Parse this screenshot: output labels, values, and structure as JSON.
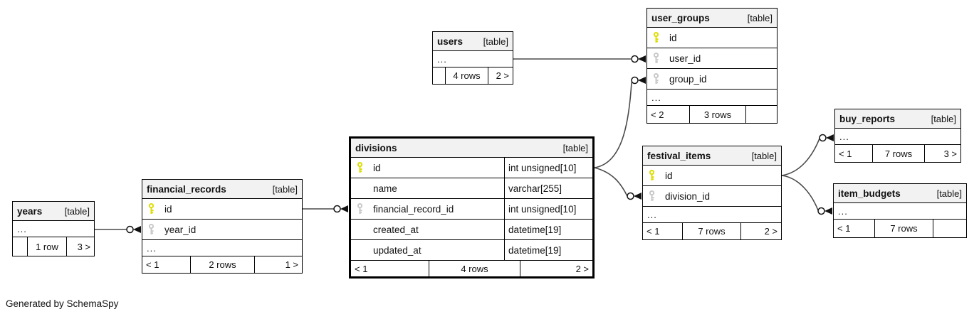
{
  "diagram": {
    "note": "Generated by SchemaSpy",
    "tables": [
      {
        "id": "years",
        "name": "years",
        "tag": "[table]",
        "emphasized": false,
        "columns": [
          {
            "name": "...",
            "key": "none",
            "type": ""
          }
        ],
        "footer": {
          "left": "",
          "center": "1 row",
          "right": "3 >"
        }
      },
      {
        "id": "financial_records",
        "name": "financial_records",
        "tag": "[table]",
        "emphasized": false,
        "columns": [
          {
            "name": "id",
            "key": "pk",
            "type": ""
          },
          {
            "name": "year_id",
            "key": "fk",
            "type": ""
          },
          {
            "name": "...",
            "key": "none",
            "type": ""
          }
        ],
        "footer": {
          "left": "< 1",
          "center": "2 rows",
          "right": "1 >"
        }
      },
      {
        "id": "divisions",
        "name": "divisions",
        "tag": "[table]",
        "emphasized": true,
        "columns": [
          {
            "name": "id",
            "key": "pk",
            "type": "int unsigned[10]"
          },
          {
            "name": "name",
            "key": "none",
            "type": "varchar[255]"
          },
          {
            "name": "financial_record_id",
            "key": "fk",
            "type": "int unsigned[10]"
          },
          {
            "name": "created_at",
            "key": "none",
            "type": "datetime[19]"
          },
          {
            "name": "updated_at",
            "key": "none",
            "type": "datetime[19]"
          }
        ],
        "footer": {
          "left": "< 1",
          "center": "4 rows",
          "right": "2 >"
        }
      },
      {
        "id": "users",
        "name": "users",
        "tag": "[table]",
        "emphasized": false,
        "columns": [
          {
            "name": "...",
            "key": "none",
            "type": ""
          }
        ],
        "footer": {
          "left": "",
          "center": "4 rows",
          "right": "2 >"
        }
      },
      {
        "id": "user_groups",
        "name": "user_groups",
        "tag": "[table]",
        "emphasized": false,
        "columns": [
          {
            "name": "id",
            "key": "pk",
            "type": ""
          },
          {
            "name": "user_id",
            "key": "fk",
            "type": ""
          },
          {
            "name": "group_id",
            "key": "fk",
            "type": ""
          },
          {
            "name": "...",
            "key": "none",
            "type": ""
          }
        ],
        "footer": {
          "left": "< 2",
          "center": "3 rows",
          "right": ""
        }
      },
      {
        "id": "festival_items",
        "name": "festival_items",
        "tag": "[table]",
        "emphasized": false,
        "columns": [
          {
            "name": "id",
            "key": "pk",
            "type": ""
          },
          {
            "name": "division_id",
            "key": "fk",
            "type": ""
          },
          {
            "name": "...",
            "key": "none",
            "type": ""
          }
        ],
        "footer": {
          "left": "< 1",
          "center": "7 rows",
          "right": "2 >"
        }
      },
      {
        "id": "buy_reports",
        "name": "buy_reports",
        "tag": "[table]",
        "emphasized": false,
        "columns": [
          {
            "name": "...",
            "key": "none",
            "type": ""
          }
        ],
        "footer": {
          "left": "< 1",
          "center": "7 rows",
          "right": "3 >"
        }
      },
      {
        "id": "item_budgets",
        "name": "item_budgets",
        "tag": "[table]",
        "emphasized": false,
        "columns": [
          {
            "name": "...",
            "key": "none",
            "type": ""
          }
        ],
        "footer": {
          "left": "< 1",
          "center": "7 rows",
          "right": ""
        }
      }
    ],
    "relationships": [
      {
        "parent": "users",
        "child": "user_groups.user_id"
      },
      {
        "parent": "divisions.id",
        "child": "user_groups.group_id"
      },
      {
        "parent": "divisions.id",
        "child": "festival_items.division_id"
      },
      {
        "parent": "financial_records.id",
        "child": "divisions.financial_record_id"
      },
      {
        "parent": "years",
        "child": "financial_records.year_id"
      },
      {
        "parent": "festival_items.id",
        "child": "buy_reports"
      },
      {
        "parent": "festival_items.id",
        "child": "item_budgets"
      }
    ]
  },
  "colors": {
    "primary_key": "#dddd00",
    "foreign_key": "#c8c8c8",
    "header_bg": "#f2f2f2",
    "edge": "#4a4a4a",
    "border": "#000000"
  }
}
